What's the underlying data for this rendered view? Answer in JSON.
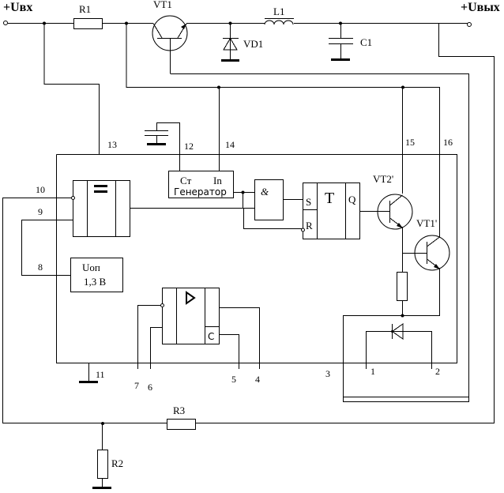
{
  "terminals": {
    "input": "+Uвх",
    "output": "+Uвых"
  },
  "components": {
    "R1": "R1",
    "R2": "R2",
    "R3": "R3",
    "VT1": "VT1",
    "VD1": "VD1",
    "L1": "L1",
    "C1": "C1",
    "VT2p": "VT2'",
    "VT1p": "VT1'"
  },
  "blocks": {
    "comparator_symbol": "=",
    "generator": {
      "ct": "Cт",
      "in": "In",
      "name": "Генератор"
    },
    "and_gate": "&",
    "trigger": {
      "s": "S",
      "r": "R",
      "t": "T",
      "q": "Q"
    },
    "reference": {
      "line1": "Uоп",
      "line2": "1,3 В"
    },
    "amplifier": {
      "c": "C"
    }
  },
  "pins": {
    "p1": "1",
    "p2": "2",
    "p3": "3",
    "p4": "4",
    "p5": "5",
    "p6": "6",
    "p7": "7",
    "p8": "8",
    "p9": "9",
    "p10": "10",
    "p11": "11",
    "p12": "12",
    "p13": "13",
    "p14": "14",
    "p15": "15",
    "p16": "16"
  }
}
